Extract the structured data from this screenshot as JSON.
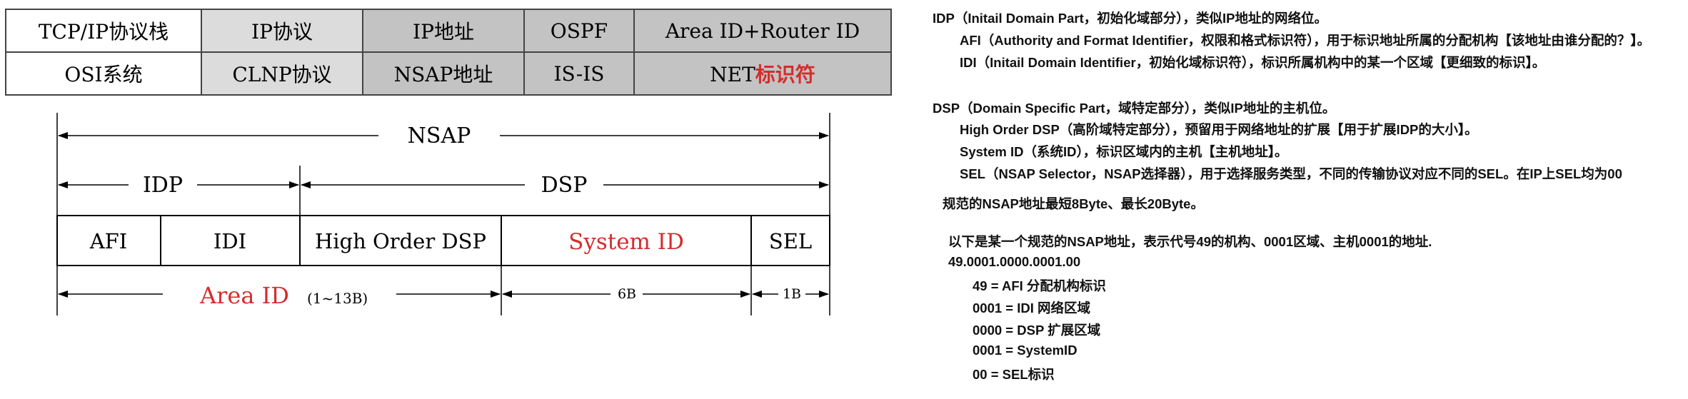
{
  "table": {
    "rows": [
      [
        "TCP/IP协议栈",
        "IP协议",
        "IP地址",
        "OSPF",
        "Area ID+Router ID"
      ],
      [
        "OSI系统",
        "CLNP协议",
        "NSAP地址",
        "IS-IS",
        ""
      ]
    ],
    "net_prefix": "NET",
    "net_highlight": "标识符"
  },
  "diagram": {
    "nsap": "NSAP",
    "idp": "IDP",
    "dsp": "DSP",
    "fields": [
      "AFI",
      "IDI",
      "High Order DSP",
      "System ID",
      "SEL"
    ],
    "area_id": "Area ID",
    "area_id_len": "(1~13B)",
    "system_id_len": "6B",
    "sel_len": "1B"
  },
  "notes": {
    "lines": [
      "IDP（Initail Domain Part，初始化域部分），类似IP地址的网络位。",
      "AFI（Authority and Format Identifier，权限和格式标识符），用于标识地址所属的分配机构【该地址由谁分配的？】。",
      "IDI（Initail Domain Identifier，初始化域标识符），标识所属机构中的某一个区域【更细致的标识】。",
      "DSP（Domain Specific Part，域特定部分），类似IP地址的主机位。",
      "High Order DSP（高阶域特定部分），预留用于网络地址的扩展【用于扩展IDP的大小】。",
      "System ID（系统ID），标识区域内的主机【主机地址】。",
      "SEL（NSAP Selector，NSAP选择器），用于选择服务类型，不同的传输协议对应不同的SEL。在IP上SEL均为00",
      "规范的NSAP地址最短8Byte、最长20Byte。",
      "以下是某一个规范的NSAP地址，表示代号49的机构、0001区域、主机0001的地址.",
      "49.0001.0000.0001.00",
      "49 = AFI 分配机构标识",
      "0001 = IDI 网络区域",
      "0000 = DSP 扩展区域",
      "0001 = SystemID",
      "00 = SEL标识"
    ]
  }
}
